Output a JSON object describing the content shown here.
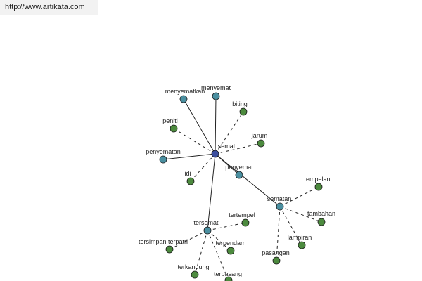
{
  "source_url": "http://www.artikata.com",
  "colors": {
    "center": "#3c4f9e",
    "hub": "#4a8fa0",
    "leaf": "#4c8a3e"
  },
  "nodes": [
    {
      "id": "semat",
      "label": "semat",
      "kind": "center"
    },
    {
      "id": "menyematkan",
      "label": "menyematkan",
      "kind": "hub"
    },
    {
      "id": "menyemat",
      "label": "menyemat",
      "kind": "hub"
    },
    {
      "id": "biting",
      "label": "biting",
      "kind": "leaf"
    },
    {
      "id": "peniti",
      "label": "peniti",
      "kind": "leaf"
    },
    {
      "id": "jarum",
      "label": "jarum",
      "kind": "leaf"
    },
    {
      "id": "penyematan",
      "label": "penyematan",
      "kind": "hub"
    },
    {
      "id": "lidi",
      "label": "lidi",
      "kind": "leaf"
    },
    {
      "id": "penyemat",
      "label": "penyemat",
      "kind": "hub"
    },
    {
      "id": "sematan",
      "label": "sematan",
      "kind": "hub"
    },
    {
      "id": "tempelan",
      "label": "tempelan",
      "kind": "leaf"
    },
    {
      "id": "tambahan",
      "label": "tambahan",
      "kind": "leaf"
    },
    {
      "id": "lampiran",
      "label": "lampiran",
      "kind": "leaf"
    },
    {
      "id": "pasangan",
      "label": "pasangan",
      "kind": "leaf"
    },
    {
      "id": "tersemat",
      "label": "tersemat",
      "kind": "hub"
    },
    {
      "id": "tertempel",
      "label": "tertempel",
      "kind": "leaf"
    },
    {
      "id": "tersimpan_terpatri",
      "label": "tersimpan terpatri",
      "kind": "leaf"
    },
    {
      "id": "terpendam",
      "label": "terpendam",
      "kind": "leaf"
    },
    {
      "id": "terkandung",
      "label": "terkandung",
      "kind": "leaf"
    },
    {
      "id": "terpasang",
      "label": "terpasang",
      "kind": "leaf"
    }
  ],
  "edges": [
    {
      "from": "semat",
      "to": "menyematkan",
      "style": "solid"
    },
    {
      "from": "semat",
      "to": "menyemat",
      "style": "solid"
    },
    {
      "from": "semat",
      "to": "penyematan",
      "style": "solid"
    },
    {
      "from": "semat",
      "to": "penyemat",
      "style": "solid"
    },
    {
      "from": "semat",
      "to": "sematan",
      "style": "solid"
    },
    {
      "from": "semat",
      "to": "tersemat",
      "style": "solid"
    },
    {
      "from": "semat",
      "to": "biting",
      "style": "dashed"
    },
    {
      "from": "semat",
      "to": "peniti",
      "style": "dashed"
    },
    {
      "from": "semat",
      "to": "jarum",
      "style": "dashed"
    },
    {
      "from": "semat",
      "to": "lidi",
      "style": "dashed"
    },
    {
      "from": "sematan",
      "to": "tempelan",
      "style": "dashed"
    },
    {
      "from": "sematan",
      "to": "tambahan",
      "style": "dashed"
    },
    {
      "from": "sematan",
      "to": "lampiran",
      "style": "dashed"
    },
    {
      "from": "sematan",
      "to": "pasangan",
      "style": "dashed"
    },
    {
      "from": "tersemat",
      "to": "tertempel",
      "style": "dashed"
    },
    {
      "from": "tersemat",
      "to": "tersimpan_terpatri",
      "style": "dashed"
    },
    {
      "from": "tersemat",
      "to": "terpendam",
      "style": "dashed"
    },
    {
      "from": "tersemat",
      "to": "terkandung",
      "style": "dashed"
    },
    {
      "from": "tersemat",
      "to": "terpasang",
      "style": "dashed"
    }
  ]
}
